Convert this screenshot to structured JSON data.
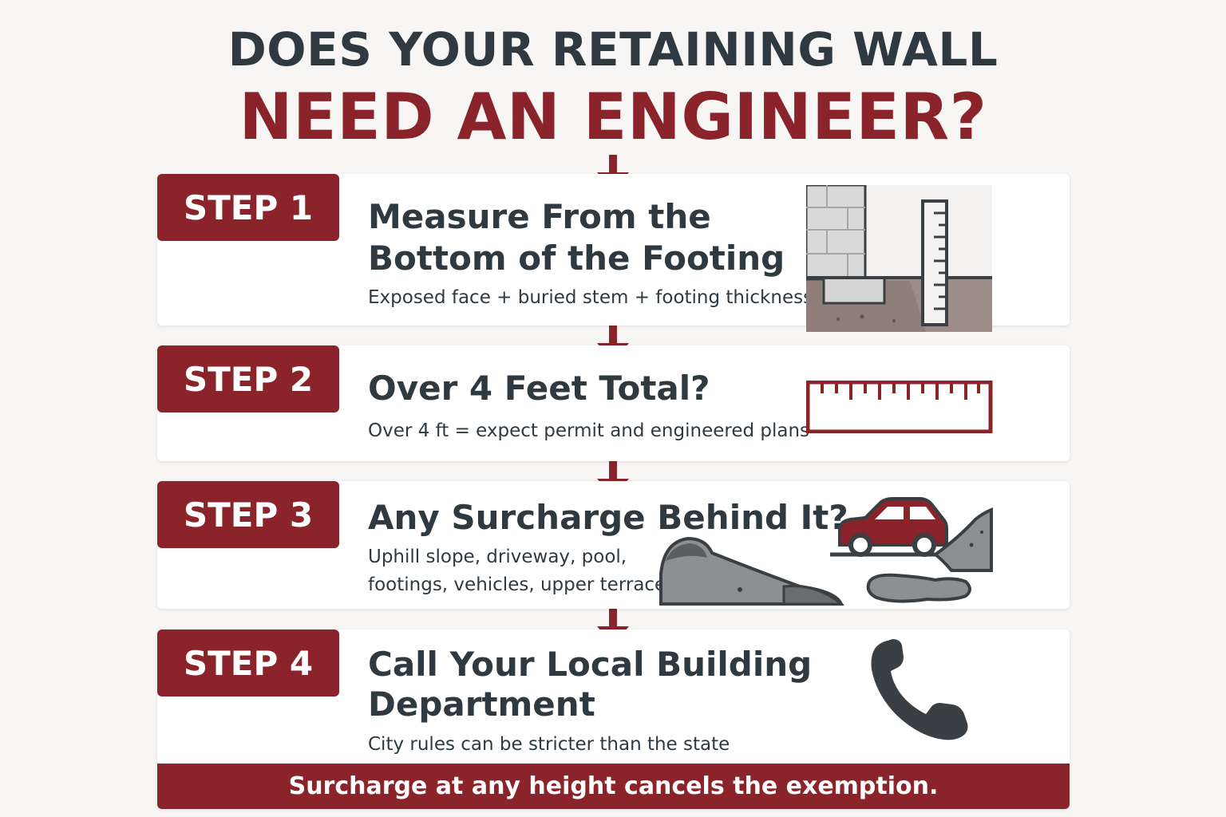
{
  "title": {
    "line1": "DOES YOUR RETAINING WALL",
    "line2": "NEED AN ENGINEER?"
  },
  "steps": [
    {
      "badge": "STEP 1",
      "heading_lines": [
        "Measure From the",
        "Bottom of the Footing"
      ],
      "sub_lines": [
        "Exposed face + buried stem + footing thickness"
      ],
      "icon": "wall-footing-measure-icon"
    },
    {
      "badge": "STEP 2",
      "heading_lines": [
        "Over 4 Feet Total?"
      ],
      "sub_lines": [
        "Over 4 ft = expect permit and engineered plans"
      ],
      "icon": "ruler-icon"
    },
    {
      "badge": "STEP 3",
      "heading_lines": [
        "Any Surcharge Behind It?"
      ],
      "sub_lines": [
        "Uphill slope, driveway, pool,",
        "footings, vehicles, upper terrace"
      ],
      "icon": "car-slope-pool-icon"
    },
    {
      "badge": "STEP 4",
      "heading_lines": [
        "Call Your Local Building",
        "Department"
      ],
      "sub_lines": [
        "City rules can be stricter than the state"
      ],
      "icon": "phone-icon"
    }
  ],
  "footer": "Surcharge at any height cancels the exemption.",
  "colors": {
    "accent": "#8a242a",
    "text": "#2f3a40",
    "background": "#f7f6f4",
    "card": "#ffffff"
  }
}
